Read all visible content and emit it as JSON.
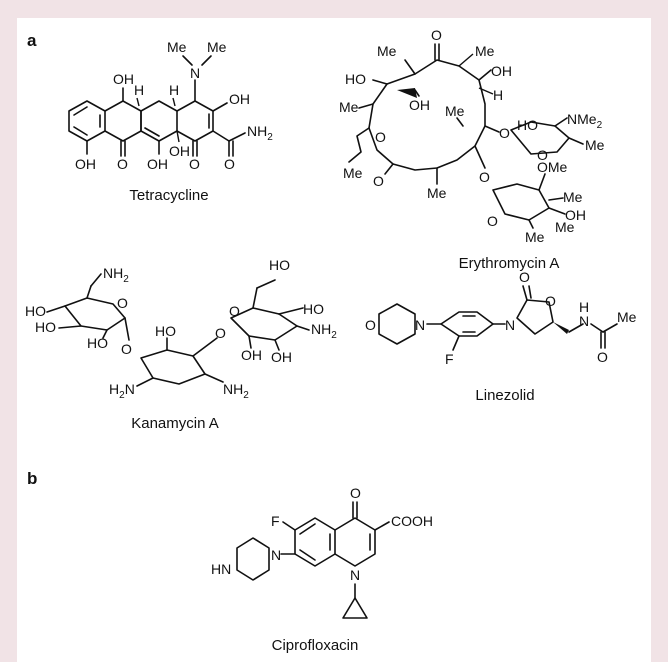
{
  "panels": {
    "a": "a",
    "b": "b"
  },
  "molecules": {
    "tetracycline": {
      "name": "Tetracycline",
      "atoms": {
        "me1": "Me",
        "me2": "Me",
        "n": "N",
        "oh_top": "OH",
        "h1": "H",
        "h2": "H",
        "oh_right": "OH",
        "nh2": "NH",
        "nh2_sub": "2",
        "oh_bl": "OH",
        "o1": "O",
        "oh_b2": "OH",
        "oh_b3": "OH",
        "o2": "O",
        "o3": "O"
      }
    },
    "erythromycin": {
      "name": "Erythromycin A",
      "atoms": {
        "o_top": "O",
        "me_tl": "Me",
        "me_tr": "Me",
        "ho_l": "HO",
        "oh_r": "OH",
        "oh_mid": "OH",
        "h_ring": "H",
        "me_l": "Me",
        "me_in": "Me",
        "me_ll": "Me",
        "o_ring": "O",
        "o_link": "O",
        "ho_sugar": "HO",
        "nme2": "NMe",
        "nme2_sub": "2",
        "o_s1": "O",
        "me_s1": "Me",
        "o_lac": "O",
        "me_b": "Me",
        "o_s2": "O",
        "ome": "OMe",
        "me_s2": "Me",
        "oh_s2": "OH",
        "o_s2b": "O",
        "me_s3": "Me",
        "me_s4": "Me"
      }
    },
    "kanamycin": {
      "name": "Kanamycin A",
      "atoms": {
        "nh2_top": "NH",
        "nh2_top_sub": "2",
        "ho_l": "HO",
        "ho_l2": "HO",
        "o_r1": "O",
        "ho_r1b": "HO",
        "o_link1": "O",
        "ho_mid": "HO",
        "h2n": "H",
        "h2n_sub": "2",
        "h2n_n": "N",
        "nh2_c": "NH",
        "nh2_c_sub": "2",
        "o_link2": "O",
        "oh_r2": "OH",
        "ho_top_r": "HO",
        "o_r2": "O",
        "oh_r3": "OH",
        "nh2_r": "NH",
        "nh2_r_sub": "2",
        "ho_r3": "HO"
      }
    },
    "linezolid": {
      "name": "Linezolid",
      "atoms": {
        "o_morph": "O",
        "n_morph": "N",
        "f": "F",
        "n_ox": "N",
        "o_ox": "O",
        "o_carb": "O",
        "nh": "H",
        "nh_n": "N",
        "me": "Me",
        "o_am": "O"
      }
    },
    "ciprofloxacin": {
      "name": "Ciprofloxacin",
      "atoms": {
        "o_keto": "O",
        "cooh": "COOH",
        "f": "F",
        "n_pip": "N",
        "hn": "HN",
        "n_q": "N"
      }
    }
  }
}
